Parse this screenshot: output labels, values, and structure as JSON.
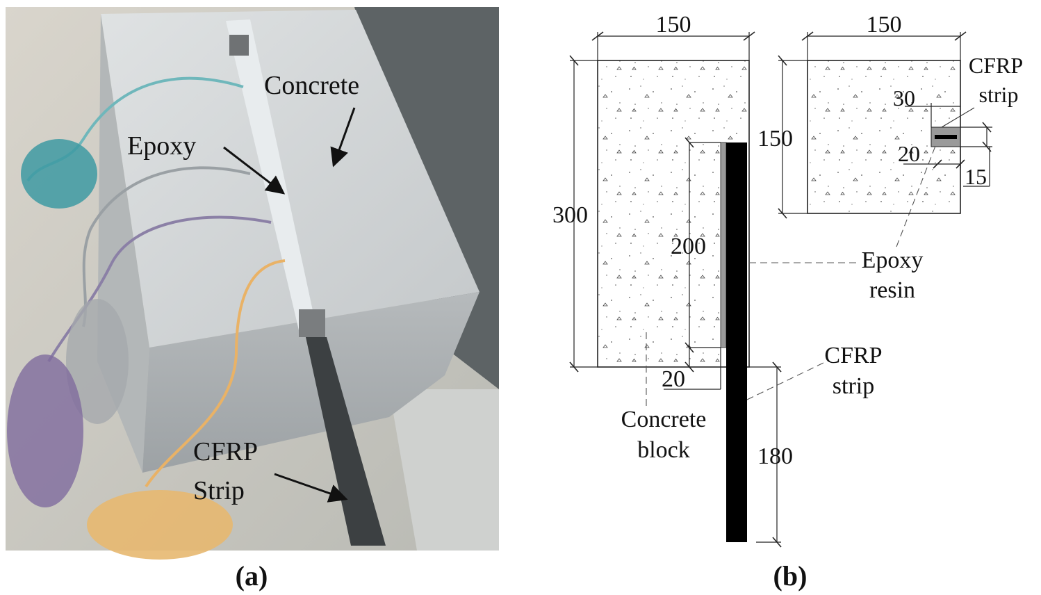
{
  "panel_a": {
    "caption": "(a)",
    "labels": {
      "concrete": "Concrete",
      "epoxy": "Epoxy",
      "cfrp_line1": "CFRP",
      "cfrp_line2": "Strip"
    }
  },
  "panel_b": {
    "caption": "(b)",
    "dimensions": {
      "front_width": "150",
      "side_width": "150",
      "height": "300",
      "bond_length": "200",
      "unbonded": "20",
      "free_length": "180",
      "side_height": "150",
      "strip_offset": "30",
      "strip_depth": "20",
      "strip_width": "15"
    },
    "labels": {
      "cfrp_strip_top_line1": "CFRP",
      "cfrp_strip_top_line2": "strip",
      "epoxy_line1": "Epoxy",
      "epoxy_line2": "resin",
      "cfrp_strip_line1": "CFRP",
      "cfrp_strip_line2": "strip",
      "concrete_block_line1": "Concrete",
      "concrete_block_line2": "block"
    }
  },
  "colors": {
    "strip": "#000000",
    "epoxy": "#9a9a9a",
    "concrete_photo": "#c9cdcf"
  }
}
